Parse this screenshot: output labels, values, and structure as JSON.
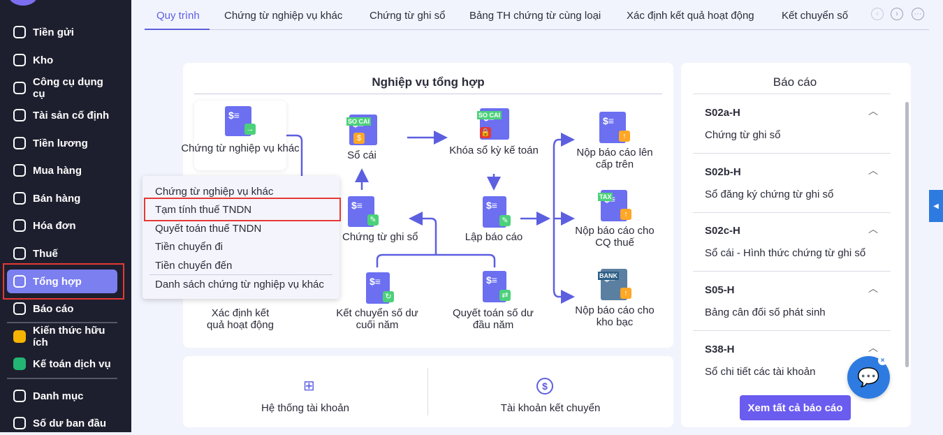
{
  "sidebar": {
    "items": [
      {
        "label": "Tiền gửi"
      },
      {
        "label": "Kho"
      },
      {
        "label": "Công cụ dụng cụ"
      },
      {
        "label": "Tài sản cố định"
      },
      {
        "label": "Tiền lương"
      },
      {
        "label": "Mua hàng"
      },
      {
        "label": "Bán hàng"
      },
      {
        "label": "Hóa đơn"
      },
      {
        "label": "Thuế"
      },
      {
        "label": "Tổng hợp",
        "active": true
      },
      {
        "label": "Báo cáo"
      },
      {
        "label": "Kiến thức hữu ích"
      },
      {
        "label": "Kế toán dịch vụ"
      },
      {
        "label": "Danh mục"
      },
      {
        "label": "Số dư ban đầu"
      }
    ]
  },
  "tabs": [
    {
      "label": "Quy trình",
      "active": true
    },
    {
      "label": "Chứng từ nghiệp vụ khác"
    },
    {
      "label": "Chứng từ ghi sổ"
    },
    {
      "label": "Bảng TH chứng từ cùng loại"
    },
    {
      "label": "Xác định kết quả hoạt động"
    },
    {
      "label": "Kết chuyển số"
    }
  ],
  "flow": {
    "title": "Nghiệp vụ tổng hợp",
    "nodes": {
      "ctnvk": "Chứng từ nghiệp vụ khác",
      "socai": "Sổ cái",
      "khoaso": "Khóa sổ kỳ kế toán",
      "nopcaptren": "Nộp báo cáo lên cấp trên",
      "ctgs": "Chứng từ ghi sổ",
      "lapbc": "Lập báo cáo",
      "nopthue": "Nộp báo cáo cho CQ thuế",
      "xdkq": "Xác định kết quả hoạt động",
      "ketchuyen": "Kết chuyển số dư cuối năm",
      "quyettoan": "Quyết toán số dư đầu năm",
      "nopkhobac": "Nộp báo cáo cho kho bạc"
    },
    "tags": {
      "socai": "SO CAI",
      "tax": "TAX",
      "bank": "BANK"
    }
  },
  "menu": {
    "items": [
      "Chứng từ nghiệp vụ khác",
      "Tạm tính thuế TNDN",
      "Quyết toán thuế TNDN",
      "Tiền chuyển đi",
      "Tiền chuyển đến",
      "Danh sách chứng từ nghiệp vụ khác"
    ],
    "highlighted": 1
  },
  "bottom": {
    "accounts": "Hệ thống tài khoản",
    "transfer": "Tài khoản kết chuyển"
  },
  "reports": {
    "title": "Báo cáo",
    "items": [
      {
        "code": "S02a-H",
        "desc": "Chứng từ ghi sổ"
      },
      {
        "code": "S02b-H",
        "desc": "Sổ đăng ký chứng từ ghi sổ"
      },
      {
        "code": "S02c-H",
        "desc": "Sổ cái - Hình thức chứng từ ghi sổ"
      },
      {
        "code": "S05-H",
        "desc": "Bảng cân đối số phát sinh"
      },
      {
        "code": "S38-H",
        "desc": "Sổ chi tiết các tài khoản"
      }
    ],
    "view_all": "Xem tất cả báo cáo"
  },
  "colors": {
    "accent": "#5c5fe0",
    "sidebar": "#1e1f2e",
    "button": "#6b5cf0"
  }
}
